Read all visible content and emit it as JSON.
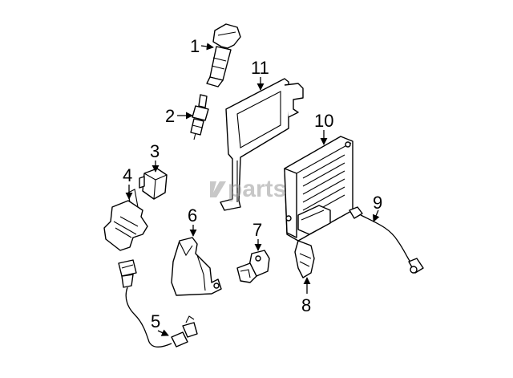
{
  "watermark": "parts",
  "callouts": {
    "c1": "1",
    "c2": "2",
    "c3": "3",
    "c4": "4",
    "c5": "5",
    "c6": "6",
    "c7": "7",
    "c8": "8",
    "c9": "9",
    "c10": "10",
    "c11": "11"
  },
  "parts": {
    "p1": "ignition-coil",
    "p2": "spark-plug",
    "p3": "relay",
    "p4": "bracket",
    "p5": "sensor-harness",
    "p6": "cover",
    "p7": "sensor",
    "p8": "bracket-small",
    "p9": "oxygen-sensor",
    "p10": "engine-control-module",
    "p11": "ecm-mounting-bracket"
  }
}
